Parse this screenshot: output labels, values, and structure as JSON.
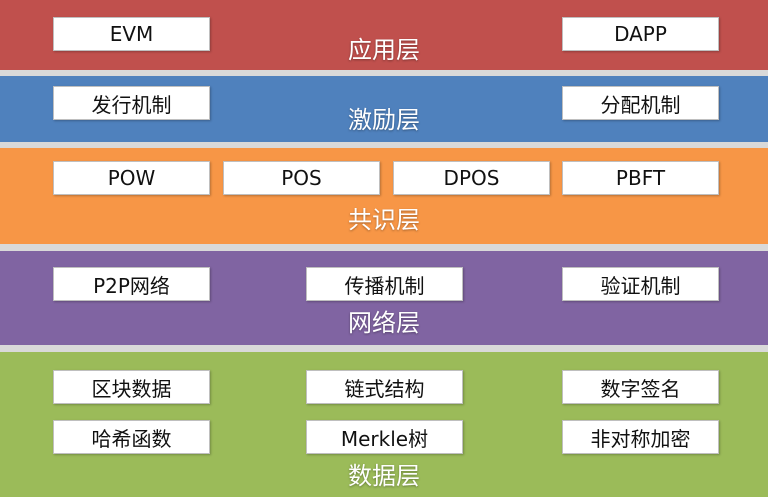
{
  "colors": {
    "application": "#c0504d",
    "incentive": "#4f81bd",
    "consensus": "#f79646",
    "network": "#8064a2",
    "data": "#9bbb59",
    "separator": "#d9d9d9"
  },
  "application": {
    "title": "应用层",
    "items": [
      "EVM",
      "DAPP"
    ]
  },
  "incentive": {
    "title": "激励层",
    "items": [
      "发行机制",
      "分配机制"
    ]
  },
  "consensus": {
    "title": "共识层",
    "items": [
      "POW",
      "POS",
      "DPOS",
      "PBFT"
    ]
  },
  "network": {
    "title": "网络层",
    "items": [
      "P2P网络",
      "传播机制",
      "验证机制"
    ]
  },
  "data": {
    "title": "数据层",
    "items": [
      "区块数据",
      "链式结构",
      "数字签名",
      "哈希函数",
      "Merkle树",
      "非对称加密"
    ]
  }
}
